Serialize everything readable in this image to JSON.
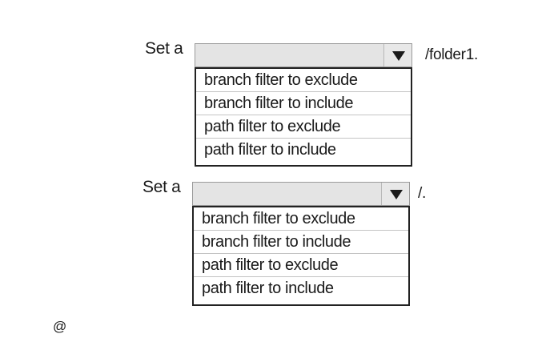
{
  "groups": [
    {
      "label": "Set a",
      "selected": "",
      "suffix": "/folder1.",
      "options": [
        "branch filter to exclude",
        "branch filter to include",
        "path filter to exclude",
        "path filter to include"
      ]
    },
    {
      "label": "Set a",
      "selected": "",
      "suffix": "/.",
      "options": [
        "branch filter to exclude",
        "branch filter to include",
        "path filter to exclude",
        "path filter to include"
      ]
    }
  ],
  "footer": {
    "mark": "@"
  },
  "icons": {
    "dropdown_caret": "chevron-down-icon"
  }
}
